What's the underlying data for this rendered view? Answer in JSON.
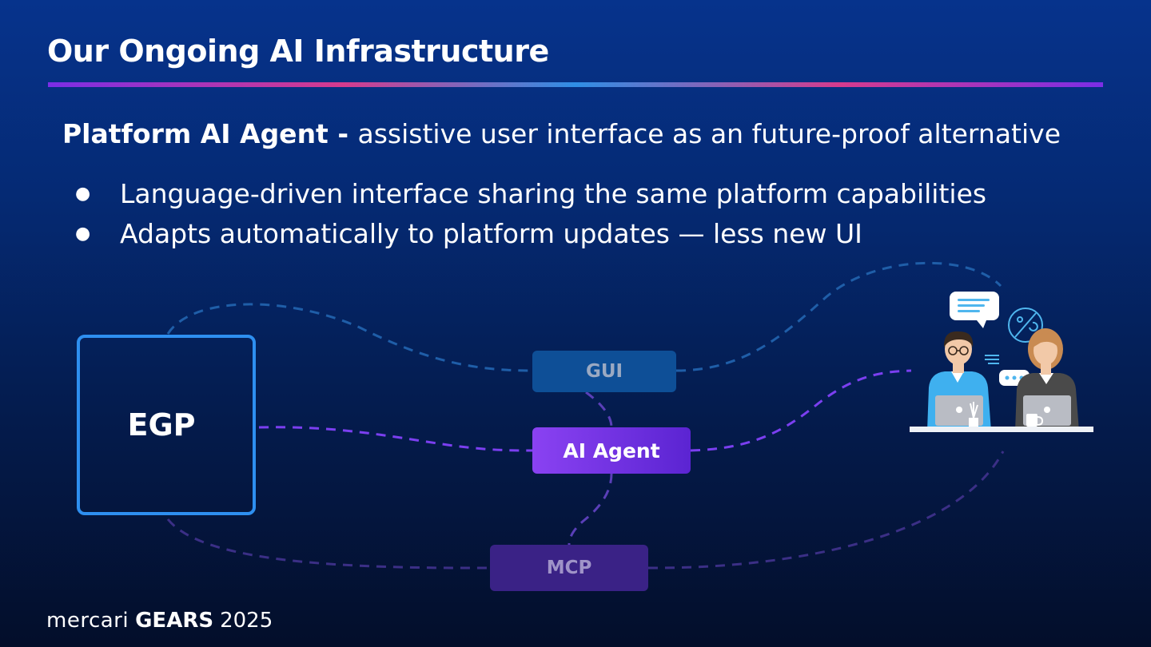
{
  "slide": {
    "title": "Our Ongoing AI Infrastructure",
    "subheading_bold": "Platform AI Agent - ",
    "subheading_text": "assistive user interface as an future-proof alternative",
    "bullets": [
      "Language-driven interface sharing the same platform capabilities",
      "Adapts automatically to platform updates — less new UI"
    ],
    "bullet_marker": "●"
  },
  "diagram": {
    "nodes": {
      "egp": "EGP",
      "gui": "GUI",
      "ai_agent": "AI Agent",
      "mcp": "MCP"
    },
    "edges": [
      {
        "from": "EGP",
        "to": "GUI",
        "style": "dashed",
        "color": "#1f5ea8"
      },
      {
        "from": "GUI",
        "to": "Users",
        "style": "dashed",
        "color": "#1f5ea8"
      },
      {
        "from": "EGP",
        "to": "AI Agent",
        "style": "dashed",
        "color": "#7b3ff0"
      },
      {
        "from": "AI Agent",
        "to": "Users",
        "style": "dashed",
        "color": "#7b3ff0"
      },
      {
        "from": "GUI",
        "to": "AI Agent",
        "style": "dashed",
        "color": "#5a3fb8"
      },
      {
        "from": "AI Agent",
        "to": "MCP",
        "style": "dashed",
        "color": "#5a3fb8"
      },
      {
        "from": "EGP",
        "to": "MCP",
        "style": "dashed",
        "color": "#3b2f86"
      },
      {
        "from": "MCP",
        "to": "Users",
        "style": "dashed",
        "color": "#3b2f86"
      }
    ],
    "illustration": "two-users-at-laptops-icon"
  },
  "footer": {
    "brand": "mercari",
    "event": "GEARS",
    "year": "2025"
  },
  "colors": {
    "egp_border": "#2e8ff0",
    "gui_fill": "#0e4f97",
    "agent_fill": "#7b3ff0",
    "mcp_fill": "#3a2286"
  }
}
